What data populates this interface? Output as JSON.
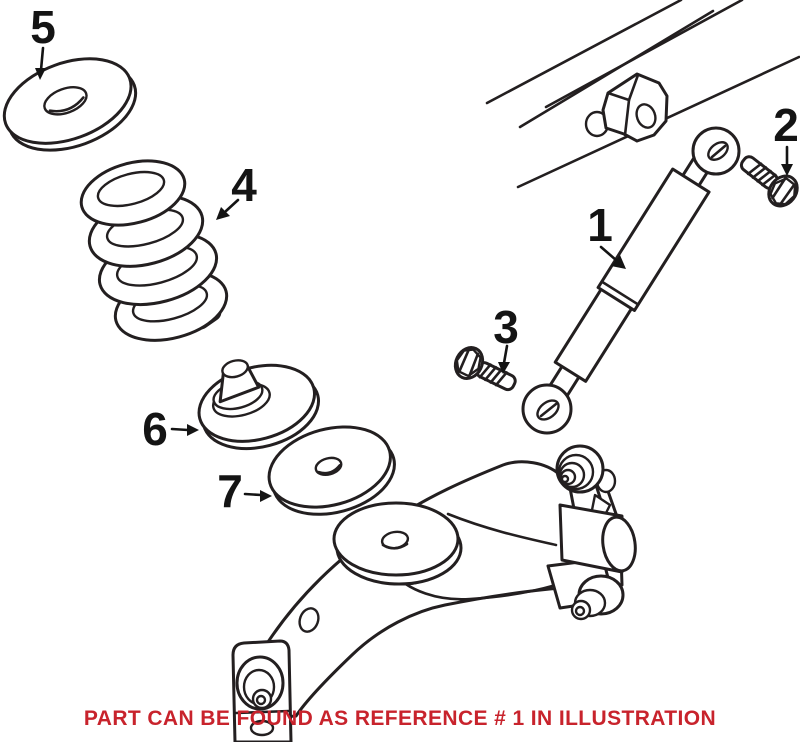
{
  "diagram": {
    "caption": "PART CAN BE FOUND AS REFERENCE # 1 IN ILLUSTRATION",
    "colors": {
      "line": "#231F20",
      "background": "#FFFFFF",
      "caption_text": "#C8232C",
      "callout_text": "#141414"
    },
    "callouts": [
      {
        "ref": "1",
        "part": "shock-absorber"
      },
      {
        "ref": "2",
        "part": "shock-upper-mount-bolt"
      },
      {
        "ref": "3",
        "part": "shock-lower-mount-bolt"
      },
      {
        "ref": "4",
        "part": "coil-spring"
      },
      {
        "ref": "5",
        "part": "upper-spring-washer"
      },
      {
        "ref": "6",
        "part": "spring-seat-bump-stop"
      },
      {
        "ref": "7",
        "part": "lower-spring-washer"
      }
    ]
  }
}
